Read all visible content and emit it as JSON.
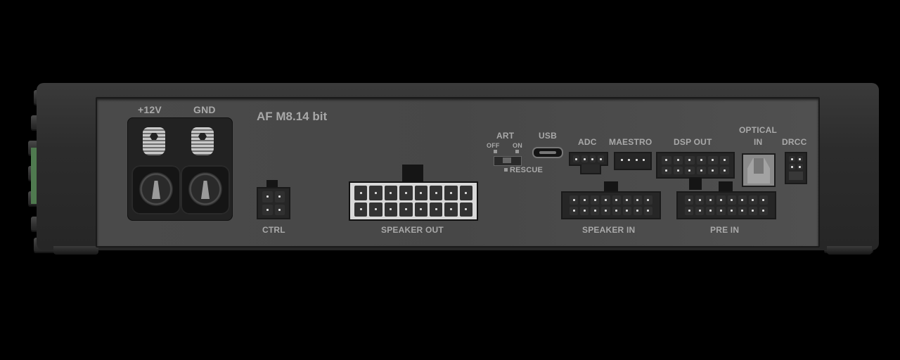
{
  "device": {
    "model": "AF M8.14 bit",
    "colors": {
      "background": "#000000",
      "chassis": "#2e2e2e",
      "panel": "#4a4a4a",
      "label": "#a9a9a9"
    }
  },
  "power": {
    "plus12v_label": "+12V",
    "gnd_label": "GND"
  },
  "ports": {
    "ctrl": "CTRL",
    "speaker_out": "SPEAKER OUT",
    "art": "ART",
    "art_off": "OFF",
    "art_on": "ON",
    "rescue": "RESCUE",
    "usb": "USB",
    "adc": "ADC",
    "maestro": "MAESTRO",
    "dsp_out": "DSP OUT",
    "optical_line1": "OPTICAL",
    "optical_line2": "IN",
    "drcc": "DRCC",
    "speaker_in": "SPEAKER IN",
    "pre_in": "PRE IN"
  }
}
